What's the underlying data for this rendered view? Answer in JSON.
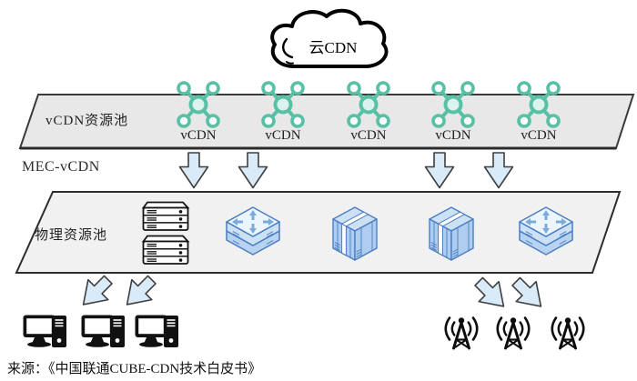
{
  "diagram": {
    "cloud": {
      "label": "云CDN"
    },
    "vcdn_pool": {
      "label": "vCDN资源池",
      "nodes": [
        {
          "label": "vCDN"
        },
        {
          "label": "vCDN"
        },
        {
          "label": "vCDN"
        },
        {
          "label": "vCDN"
        },
        {
          "label": "vCDN"
        }
      ]
    },
    "mec_label": "MEC-vCDN",
    "physical_pool": {
      "label": "物理资源池"
    },
    "source": "来源：《中国联通CUBE-CDN技术白皮书》",
    "colors": {
      "band_fill_top": "#e8e8e8",
      "band_fill_bottom": "#f1f1f1",
      "band_stroke": "#3a3a3a",
      "node_teal": "#57c0a5",
      "node_center_fill": "#dcf2ec",
      "arrow_fill": "#d9eaf8",
      "arrow_stroke": "#3f3f3f",
      "iso_blue": "#aecdf0",
      "iso_blue_light": "#cde1f6",
      "iso_blue_dark": "#4a7ec0",
      "icon_black": "#111111"
    },
    "icons": {
      "cloud": "cloud-icon",
      "vcdn_node": "network-node-icon",
      "down_arrow": "down-arrow-icon",
      "rack_server": "rack-server-icon",
      "iso_switch": "switch-icon",
      "cabinet": "server-cabinet-icon",
      "computer": "desktop-computer-icon",
      "antenna": "base-station-antenna-icon"
    }
  }
}
